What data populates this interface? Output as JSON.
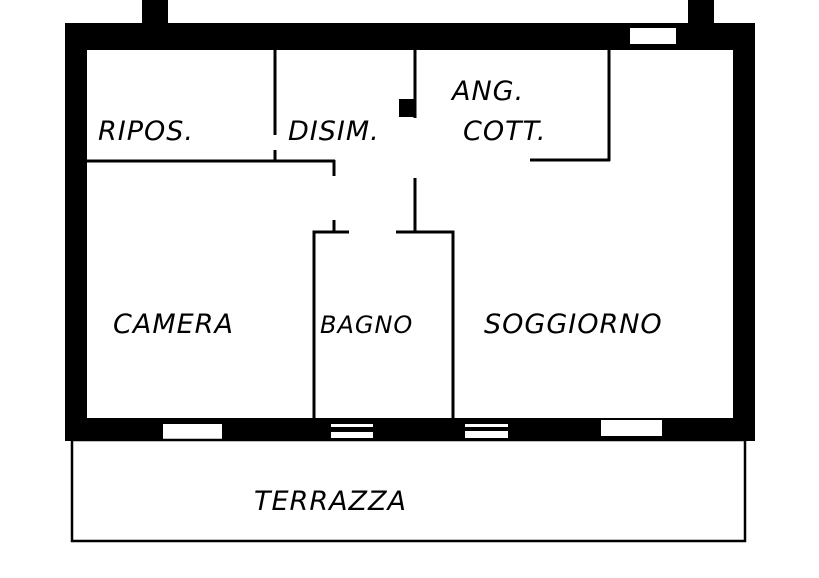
{
  "colors": {
    "wall": "#000000",
    "background": "#ffffff"
  },
  "rooms": {
    "ripostiglio": "RIPOS.",
    "disimpegno": "DISIM.",
    "angolo_cottura_1": "ANG.",
    "angolo_cottura_2": "COTT.",
    "camera": "CAMERA",
    "bagno": "BAGNO",
    "soggiorno": "SOGGIORNO",
    "terrazza": "TERRAZZA"
  }
}
